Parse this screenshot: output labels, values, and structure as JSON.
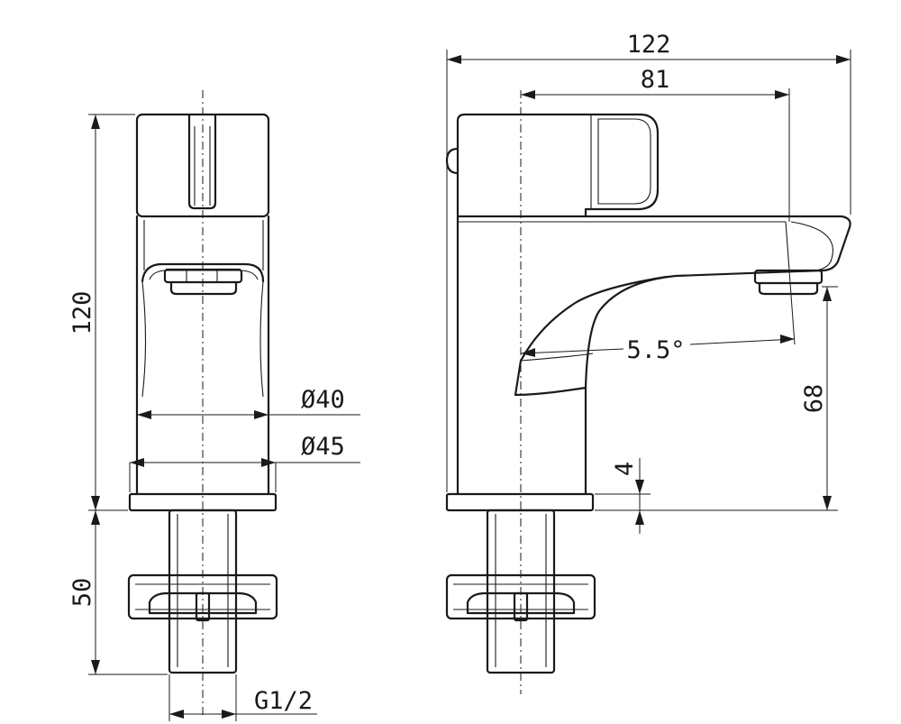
{
  "dimensions": {
    "height_body": "120",
    "height_stem": "50",
    "thread": "G1/2",
    "diameter_40": "Ø40",
    "diameter_45": "Ø45",
    "overall_length": "122",
    "spout_reach": "81",
    "spout_angle": "5.5°",
    "spout_height": "68",
    "base_plate": "4"
  }
}
